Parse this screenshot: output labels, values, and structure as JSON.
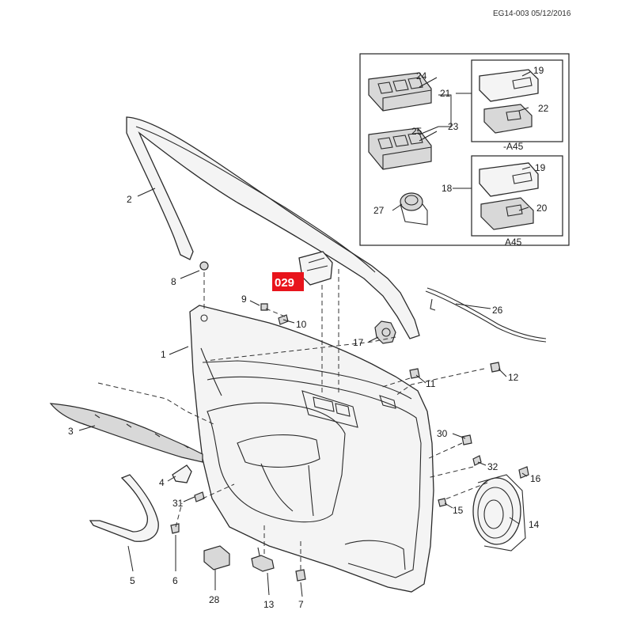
{
  "header": {
    "doc_ref": "EG14-003 05/12/2016"
  },
  "selected_part": {
    "label": "029",
    "color": "#e8141c"
  },
  "callouts": {
    "c1": "1",
    "c2": "2",
    "c3": "3",
    "c4": "4",
    "c5": "5",
    "c6": "6",
    "c7": "7",
    "c8": "8",
    "c9": "9",
    "c10": "10",
    "c11": "11",
    "c12": "12",
    "c13": "13",
    "c14": "14",
    "c15": "15",
    "c16": "16",
    "c17": "17",
    "c18": "18",
    "c19a": "19",
    "c19b": "19",
    "c20": "20",
    "c21": "21",
    "c22": "22",
    "c23": "23",
    "c24": "24",
    "c25": "25",
    "c26": "26",
    "c27": "27",
    "c28": "28",
    "c30": "30",
    "c31": "31",
    "c32": "32"
  },
  "variants": {
    "v1": "-A45",
    "v2": "A45"
  }
}
